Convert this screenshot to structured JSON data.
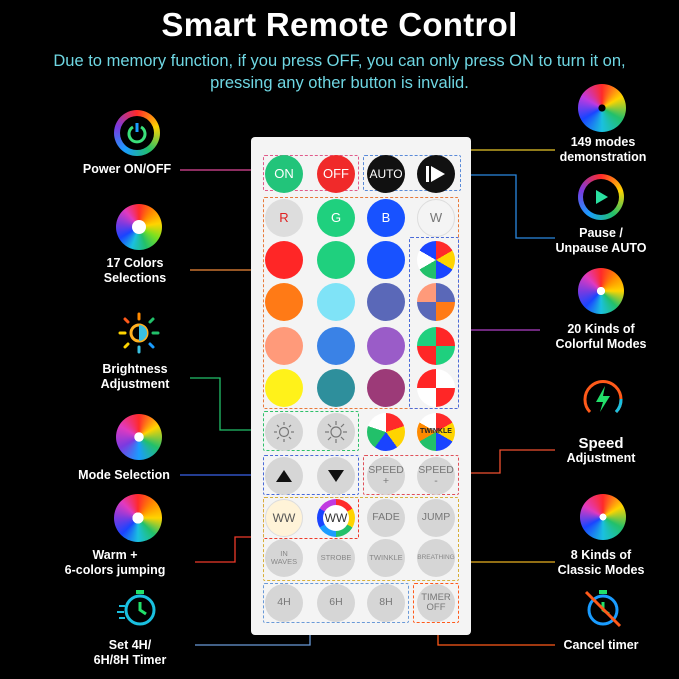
{
  "header": {
    "title": "Smart Remote Control",
    "subtitle_line1": "Due to memory function, if you press OFF, you can only press ON to turn it on,",
    "subtitle_line2": "pressing any other button is invalid."
  },
  "remote_buttons": {
    "on": "ON",
    "off": "OFF",
    "auto": "AUTO",
    "r": "R",
    "g": "G",
    "b": "B",
    "w": "W",
    "twinkle_color": "TWINKLE",
    "speed_up_1": "SPEED",
    "speed_up_2": "+",
    "speed_down_1": "SPEED",
    "speed_down_2": "-",
    "ww1": "WW",
    "ww2": "WW",
    "fade": "FADE",
    "jump": "JUMP",
    "in_waves_1": "IN",
    "in_waves_2": "WAVES",
    "strobe": "STROBE",
    "twinkle": "TWINKLE",
    "breathing": "BREATHING",
    "t4h": "4H",
    "t6h": "6H",
    "t8h": "8H",
    "timer_off_1": "TIMER",
    "timer_off_2": "OFF"
  },
  "features_left": {
    "power": "Power ON/OFF",
    "colors_1": "17 Colors",
    "colors_2": "Selections",
    "brightness_1": "Brightness",
    "brightness_2": "Adjustment",
    "mode_selection": "Mode Selection",
    "warm_1": "Warm +",
    "warm_2": "6-colors jumping",
    "timer_1": "Set 4H/",
    "timer_2": "6H/8H Timer"
  },
  "features_right": {
    "modes_149_1": "149 modes",
    "modes_149_2": "demonstration",
    "pause_1": "Pause /",
    "pause_2": "Unpause AUTO",
    "colorful_1": "20 Kinds of",
    "colorful_2": "Colorful Modes",
    "speed_1": "Speed",
    "speed_2": "Adjustment",
    "classic_1": "8 Kinds of",
    "classic_2": "Classic Modes",
    "cancel_timer": "Cancel timer"
  },
  "colors": {
    "subtitle": "#6fd7e3",
    "on_button": "#22c47a",
    "off_button": "#f02a2a",
    "color_grid": [
      [
        "#ff2626",
        "#1fd07e",
        "#1852ff"
      ],
      [
        "#ff7a16",
        "#7fe3f7",
        "#5a68b8"
      ],
      [
        "#ff9a7a",
        "#3a82e6",
        "#9a5cc8"
      ],
      [
        "#fff21a",
        "#2e8f9c",
        "#9c3a78"
      ]
    ]
  },
  "icons": [
    "power-icon",
    "color-wheel-icon",
    "brightness-icon",
    "mode-flower-icon",
    "warm-flower-icon",
    "stopwatch-icon",
    "dotted-sphere-icon",
    "play-icon",
    "flower-icon",
    "speed-icon",
    "classic-dots-icon",
    "cancel-timer-icon"
  ]
}
